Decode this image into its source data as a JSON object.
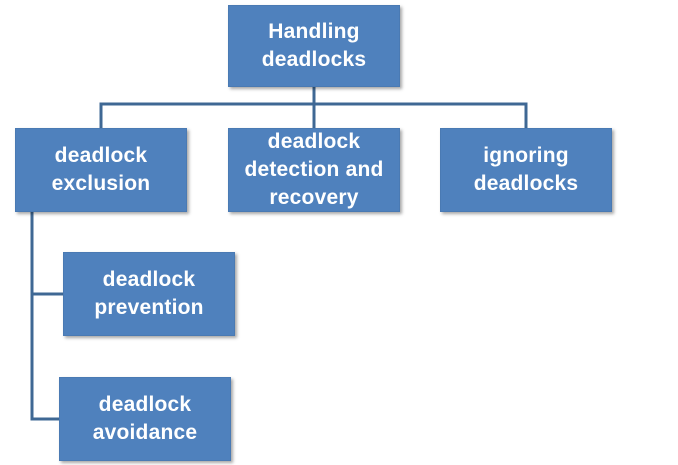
{
  "diagram": {
    "nodes": {
      "root": "Handling\ndeadlocks",
      "exclusion": "deadlock\nexclusion",
      "detection": "deadlock\ndetection and\nrecovery",
      "ignoring": "ignoring\ndeadlocks",
      "prevention": "deadlock\nprevention",
      "avoidance": "deadlock\navoidance"
    },
    "edges": [
      [
        "root",
        "exclusion"
      ],
      [
        "root",
        "detection"
      ],
      [
        "root",
        "ignoring"
      ],
      [
        "exclusion",
        "prevention"
      ],
      [
        "exclusion",
        "avoidance"
      ]
    ],
    "colors": {
      "box_fill": "#4f81bd",
      "connector": "#3f6894",
      "text": "#ffffff"
    }
  }
}
